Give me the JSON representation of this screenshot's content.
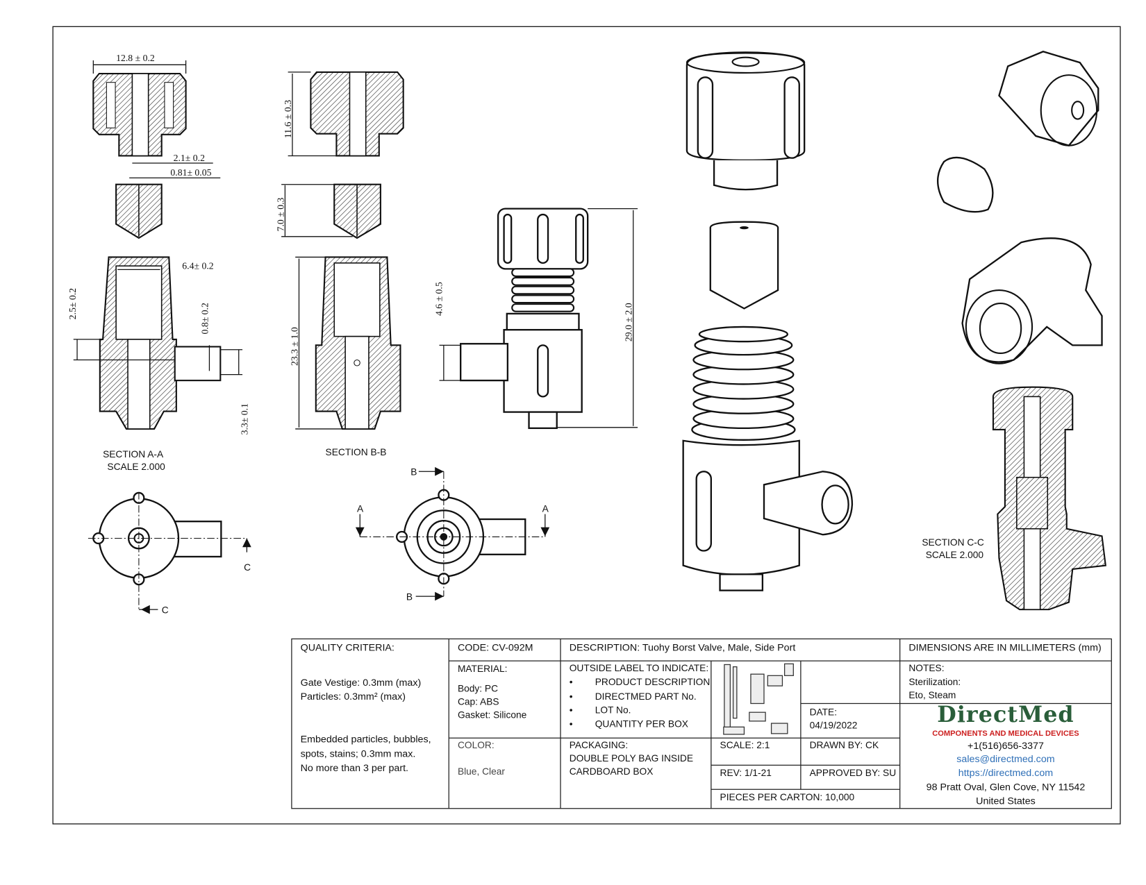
{
  "dimensions": {
    "cap_width": "12.8 ± 0.2",
    "cap_height": "11.6 ± 0.3",
    "bore_2": "2.1± 0.2",
    "bore_081": "0.81± 0.05",
    "gasket_height": "7.0 ± 0.3",
    "body_bore": "6.4± 0.2",
    "depth_25": "2.5± 0.2",
    "port_08": "0.8± 0.2",
    "port_33": "3.3± 0.1",
    "body_height": "23.3 ± 1.0",
    "side_46": "4.6 ± 0.5",
    "overall": "29.0 ± 2.0"
  },
  "views": {
    "section_aa": "SECTION A-A",
    "section_aa_scale": "SCALE 2.000",
    "section_bb": "SECTION B-B",
    "section_cc": "SECTION C-C",
    "section_cc_scale": "SCALE 2.000",
    "mark_a": "A",
    "mark_b": "B",
    "mark_c": "C"
  },
  "title_block": {
    "quality_heading": "QUALITY CRITERIA:",
    "quality_1": "Gate Vestige: 0.3mm (max)",
    "quality_2": "Particles: 0.3mm² (max)",
    "quality_3": "Embedded particles, bubbles,",
    "quality_4": "spots, stains; 0.3mm max.",
    "quality_5": "No more than 3 per part.",
    "code": "CODE: CV-092M",
    "description": "DESCRIPTION: Tuohy Borst Valve, Male, Side Port",
    "units": "DIMENSIONS ARE IN MILLIMETERS (mm)",
    "material_heading": "MATERIAL:",
    "material_body": "Body: PC",
    "material_cap": "Cap: ABS",
    "material_gasket": "Gasket: Silicone",
    "label_heading": "OUTSIDE LABEL TO INDICATE:",
    "label_items": [
      "PRODUCT DESCRIPTION",
      "DIRECTMED PART No.",
      "LOT No.",
      "QUANTITY PER BOX"
    ],
    "notes_heading": "NOTES:",
    "notes_1": "Sterilization:",
    "notes_2": "Eto, Steam",
    "date_label": "DATE:",
    "date_value": "04/19/2022",
    "color_heading": "COLOR:",
    "color_value": "Blue, Clear",
    "packaging_heading": "PACKAGING:",
    "packaging_1": "DOUBLE POLY BAG INSIDE",
    "packaging_2": "CARDBOARD BOX",
    "scale": "SCALE: 2:1",
    "drawn_by": "DRAWN BY:  CK",
    "rev": "REV: 1/1-21",
    "approved_by": "APPROVED BY: SU",
    "pieces": "PIECES PER CARTON:  10,000"
  },
  "company": {
    "logo": "DirectMed",
    "tagline": "COMPONENTS AND MEDICAL DEVICES",
    "phone": "+1(516)656-3377",
    "email": "sales@directmed.com",
    "website": "https://directmed.com",
    "address": "98 Pratt Oval, Glen Cove, NY 11542",
    "country": "United States",
    "logo_color": "#2a5e3a",
    "tagline_color": "#cc1f1f"
  }
}
